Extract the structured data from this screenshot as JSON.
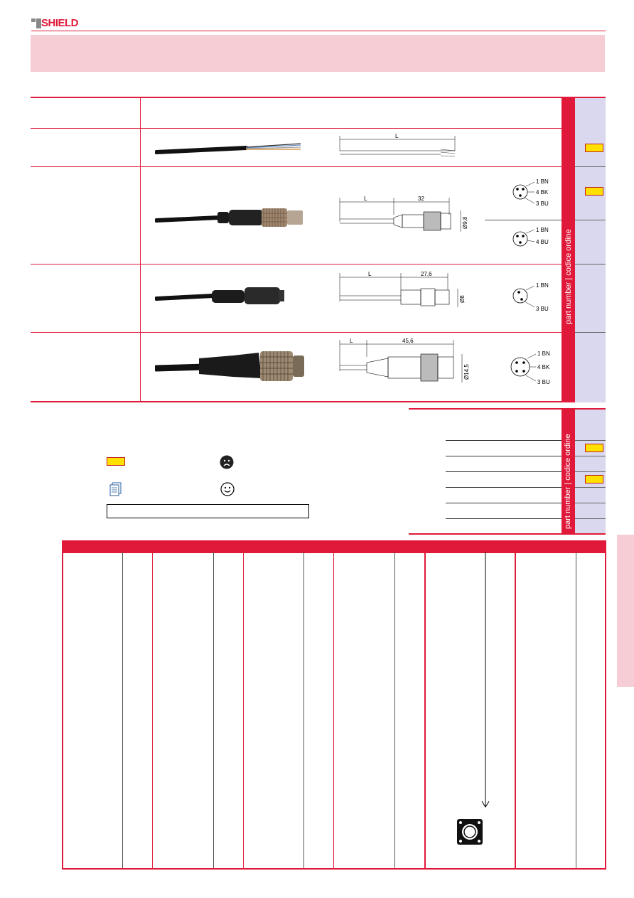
{
  "header": {
    "logo_text": "SHIELD",
    "brand_color": "#e0193a",
    "band_color": "#f6cdd4"
  },
  "side_tab": {
    "text_top": "part number | codice ordine",
    "text_bottom": "part number | codice ordine"
  },
  "drawings": {
    "row1": {
      "dim_l": "L"
    },
    "row2": {
      "dim_l": "L",
      "dim_len": "32",
      "dim_dia": "Ø9,8",
      "pins_a": [
        "1 BN",
        "4 BK",
        "3 BU"
      ],
      "pins_b": [
        "1 BN",
        "4 BU"
      ]
    },
    "row3": {
      "dim_l": "L",
      "dim_len": "27,6",
      "dim_dia": "Ø8",
      "pins": [
        "1 BN",
        "3 BU"
      ]
    },
    "row4": {
      "dim_l": "L",
      "dim_len": "45,6",
      "dim_dia": "Ø14,5",
      "pins": [
        "1 BN",
        "4 BK",
        "3 BU"
      ]
    }
  },
  "legend": {
    "icons": [
      "yellow-box-icon",
      "frown-icon",
      "document-icon",
      "smile-icon"
    ]
  }
}
